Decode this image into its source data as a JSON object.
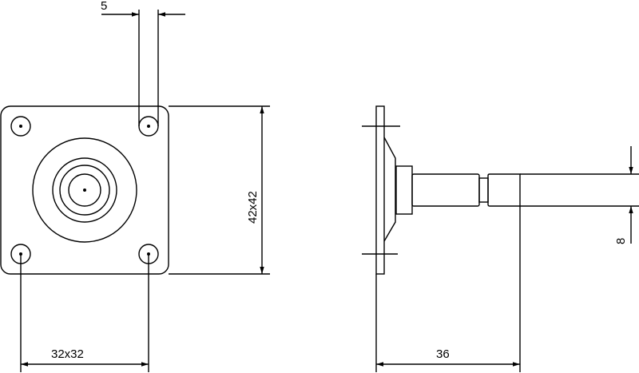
{
  "dimensions": {
    "hole_spacing_width": "5",
    "plate_size": "42x42",
    "hole_pattern": "32x32",
    "length": "36",
    "shaft_diameter": "8"
  },
  "colors": {
    "line": "#000000",
    "background": "#ffffff"
  }
}
